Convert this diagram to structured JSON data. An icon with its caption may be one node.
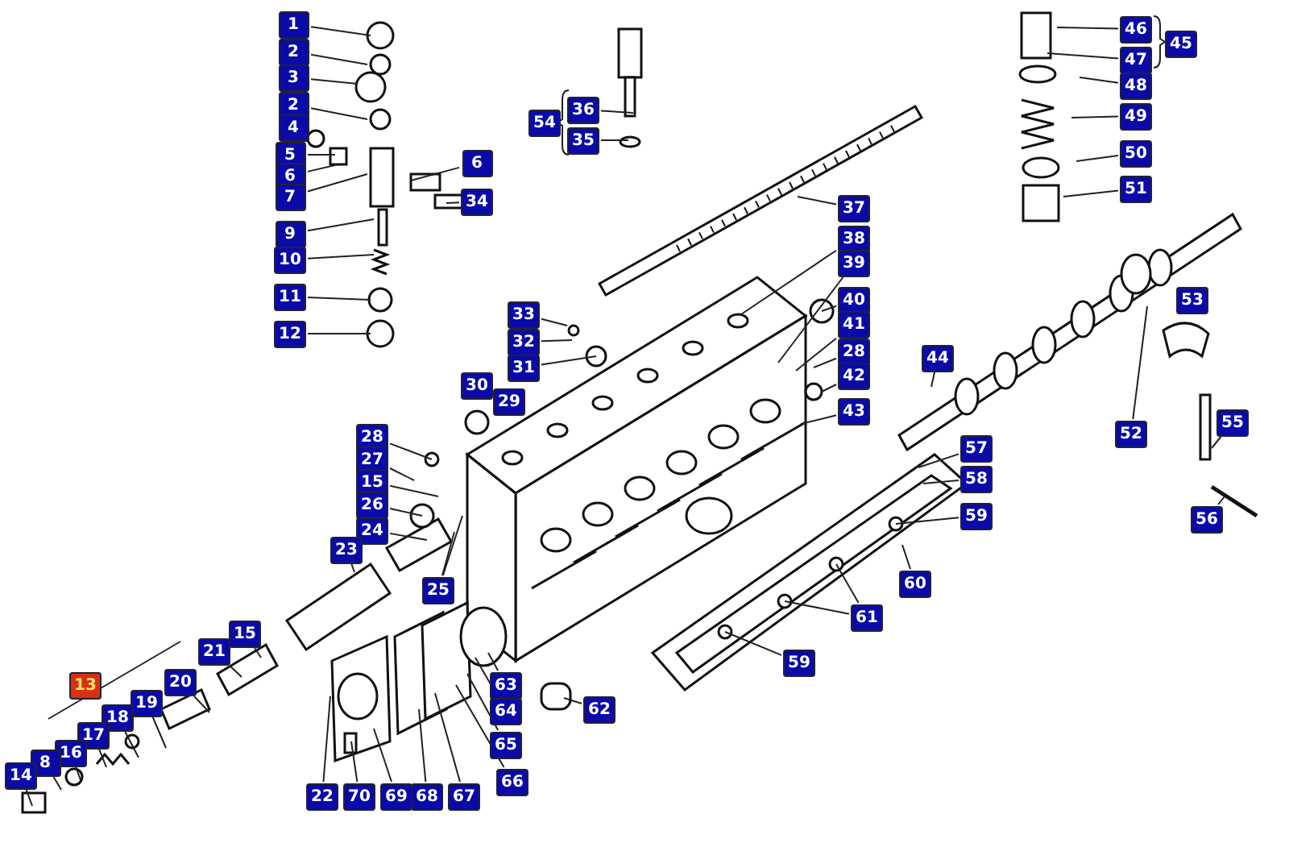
{
  "diagram": {
    "nodes": [
      {
        "text": [
          "1"
        ]
      },
      {
        "text": [
          "2"
        ]
      },
      {
        "text": [
          "3"
        ]
      },
      {
        "text": [
          "2"
        ]
      },
      {
        "text": [
          "4"
        ]
      },
      {
        "text": [
          "5"
        ]
      },
      {
        "text": [
          "6"
        ]
      },
      {
        "text": [
          "7"
        ]
      },
      {
        "text": [
          "6"
        ]
      },
      {
        "text": [
          "34"
        ]
      },
      {
        "text": [
          "9"
        ]
      },
      {
        "text": [
          "10"
        ]
      },
      {
        "text": [
          "11"
        ]
      },
      {
        "text": [
          "12"
        ]
      },
      {
        "text": [
          "54"
        ]
      },
      {
        "text": [
          "36"
        ]
      },
      {
        "text": [
          "35"
        ]
      },
      {
        "text": [
          "46"
        ]
      },
      {
        "text": [
          "47"
        ]
      },
      {
        "text": [
          "48"
        ]
      },
      {
        "text": [
          "45"
        ]
      },
      {
        "text": [
          "49"
        ]
      },
      {
        "text": [
          "50"
        ]
      },
      {
        "text": [
          "51"
        ]
      },
      {
        "text": [
          "37"
        ]
      },
      {
        "text": [
          "38"
        ]
      },
      {
        "text": [
          "39"
        ]
      },
      {
        "text": [
          "40"
        ]
      },
      {
        "text": [
          "41"
        ]
      },
      {
        "text": [
          "28"
        ]
      },
      {
        "text": [
          "42"
        ]
      },
      {
        "text": [
          "43"
        ]
      },
      {
        "text": [
          "33"
        ]
      },
      {
        "text": [
          "32"
        ]
      },
      {
        "text": [
          "31"
        ]
      },
      {
        "text": [
          "30"
        ]
      },
      {
        "text": [
          "29"
        ]
      },
      {
        "text": [
          "44"
        ]
      },
      {
        "text": [
          "53"
        ]
      },
      {
        "text": [
          "52"
        ]
      },
      {
        "text": [
          "55"
        ]
      },
      {
        "text": [
          "56"
        ]
      },
      {
        "text": [
          "57"
        ]
      },
      {
        "text": [
          "58"
        ]
      },
      {
        "text": [
          "59"
        ]
      },
      {
        "text": [
          "60"
        ]
      },
      {
        "text": [
          "61"
        ]
      },
      {
        "text": [
          "59"
        ]
      },
      {
        "text": [
          "28"
        ]
      },
      {
        "text": [
          "27"
        ]
      },
      {
        "text": [
          "15"
        ]
      },
      {
        "text": [
          "26"
        ]
      },
      {
        "text": [
          "24"
        ]
      },
      {
        "text": [
          "23"
        ]
      },
      {
        "text": [
          "25"
        ]
      },
      {
        "text": [
          "15"
        ]
      },
      {
        "text": [
          "21"
        ]
      },
      {
        "text": [
          "20"
        ]
      },
      {
        "text": [
          "19"
        ]
      },
      {
        "text": [
          "18"
        ]
      },
      {
        "text": [
          "17"
        ]
      },
      {
        "text": [
          "16"
        ]
      },
      {
        "text": [
          "13"
        ]
      },
      {
        "text": [
          "8"
        ]
      },
      {
        "text": [
          "14"
        ]
      },
      {
        "text": [
          "62"
        ]
      },
      {
        "text": [
          "63"
        ]
      },
      {
        "text": [
          "64"
        ]
      },
      {
        "text": [
          "65"
        ]
      },
      {
        "text": [
          "66"
        ]
      },
      {
        "text": [
          "67"
        ]
      },
      {
        "text": [
          "68"
        ]
      },
      {
        "text": [
          "69"
        ]
      },
      {
        "text": [
          "70"
        ]
      },
      {
        "text": [
          "22"
        ]
      }
    ],
    "edges": [
      {
        "from": 0,
        "to": null,
        "arrow": "none"
      },
      {
        "from": 1,
        "to": null,
        "arrow": "none"
      },
      {
        "from": 2,
        "to": null,
        "arrow": "none"
      },
      {
        "from": 3,
        "to": null,
        "arrow": "none"
      },
      {
        "from": 5,
        "to": null,
        "arrow": "none"
      },
      {
        "from": 6,
        "to": null,
        "arrow": "none"
      },
      {
        "from": 7,
        "to": null,
        "arrow": "none"
      },
      {
        "from": 8,
        "to": null,
        "arrow": "none"
      },
      {
        "from": 9,
        "to": null,
        "arrow": "none"
      },
      {
        "from": 10,
        "to": null,
        "arrow": "none"
      },
      {
        "from": 11,
        "to": null,
        "arrow": "none"
      },
      {
        "from": 12,
        "to": null,
        "arrow": "none"
      },
      {
        "from": 13,
        "to": null,
        "arrow": "none"
      },
      {
        "from": 15,
        "to": null,
        "arrow": "none"
      },
      {
        "from": 16,
        "to": null,
        "arrow": "none"
      },
      {
        "from": 17,
        "to": null,
        "arrow": "none"
      },
      {
        "from": 18,
        "to": null,
        "arrow": "none"
      },
      {
        "from": 19,
        "to": null,
        "arrow": "none"
      },
      {
        "from": 21,
        "to": null,
        "arrow": "none"
      },
      {
        "from": 22,
        "to": null,
        "arrow": "none"
      },
      {
        "from": 23,
        "to": null,
        "arrow": "none"
      },
      {
        "from": 24,
        "to": null,
        "arrow": "none"
      },
      {
        "from": 25,
        "to": null,
        "arrow": "none"
      },
      {
        "from": 26,
        "to": null,
        "arrow": "none"
      },
      {
        "from": 27,
        "to": null,
        "arrow": "none"
      },
      {
        "from": 28,
        "to": null,
        "arrow": "none"
      },
      {
        "from": 29,
        "to": null,
        "arrow": "none"
      },
      {
        "from": 30,
        "to": null,
        "arrow": "none"
      },
      {
        "from": 31,
        "to": null,
        "arrow": "none"
      },
      {
        "from": 32,
        "to": null,
        "arrow": "none"
      },
      {
        "from": 33,
        "to": null,
        "arrow": "none"
      },
      {
        "from": 34,
        "to": null,
        "arrow": "none"
      },
      {
        "from": 37,
        "to": null,
        "arrow": "none"
      },
      {
        "from": 39,
        "to": null,
        "arrow": "none"
      },
      {
        "from": 40,
        "to": null,
        "arrow": "none"
      },
      {
        "from": 41,
        "to": null,
        "arrow": "none"
      },
      {
        "from": 42,
        "to": null,
        "arrow": "none"
      },
      {
        "from": 43,
        "to": null,
        "arrow": "none"
      },
      {
        "from": 44,
        "to": null,
        "arrow": "none"
      },
      {
        "from": 45,
        "to": null,
        "arrow": "none"
      },
      {
        "from": 46,
        "to": null,
        "arrow": "none"
      },
      {
        "from": 46,
        "to": null,
        "arrow": "none"
      },
      {
        "from": 47,
        "to": null,
        "arrow": "none"
      },
      {
        "from": 48,
        "to": null,
        "arrow": "none"
      },
      {
        "from": 49,
        "to": null,
        "arrow": "none"
      },
      {
        "from": 50,
        "to": null,
        "arrow": "none"
      },
      {
        "from": 51,
        "to": null,
        "arrow": "none"
      },
      {
        "from": 52,
        "to": null,
        "arrow": "none"
      },
      {
        "from": 53,
        "to": null,
        "arrow": "none"
      },
      {
        "from": 54,
        "to": null,
        "arrow": "none"
      },
      {
        "from": 54,
        "to": null,
        "arrow": "none"
      },
      {
        "from": 55,
        "to": null,
        "arrow": "none"
      },
      {
        "from": 56,
        "to": null,
        "arrow": "none"
      },
      {
        "from": 57,
        "to": null,
        "arrow": "none"
      },
      {
        "from": 58,
        "to": null,
        "arrow": "none"
      },
      {
        "from": 59,
        "to": null,
        "arrow": "none"
      },
      {
        "from": 60,
        "to": null,
        "arrow": "none"
      },
      {
        "from": 61,
        "to": null,
        "arrow": "none"
      },
      {
        "from": 63,
        "to": null,
        "arrow": "none"
      },
      {
        "from": 64,
        "to": null,
        "arrow": "none"
      },
      {
        "from": 65,
        "to": null,
        "arrow": "none"
      },
      {
        "from": 66,
        "to": null,
        "arrow": "none"
      },
      {
        "from": 67,
        "to": null,
        "arrow": "none"
      },
      {
        "from": 68,
        "to": null,
        "arrow": "none"
      },
      {
        "from": 69,
        "to": null,
        "arrow": "none"
      },
      {
        "from": 70,
        "to": null,
        "arrow": "none"
      },
      {
        "from": 71,
        "to": null,
        "arrow": "none"
      },
      {
        "from": 72,
        "to": null,
        "arrow": "none"
      },
      {
        "from": 73,
        "to": null,
        "arrow": "none"
      },
      {
        "from": 74,
        "to": null,
        "arrow": "none"
      }
    ]
  }
}
